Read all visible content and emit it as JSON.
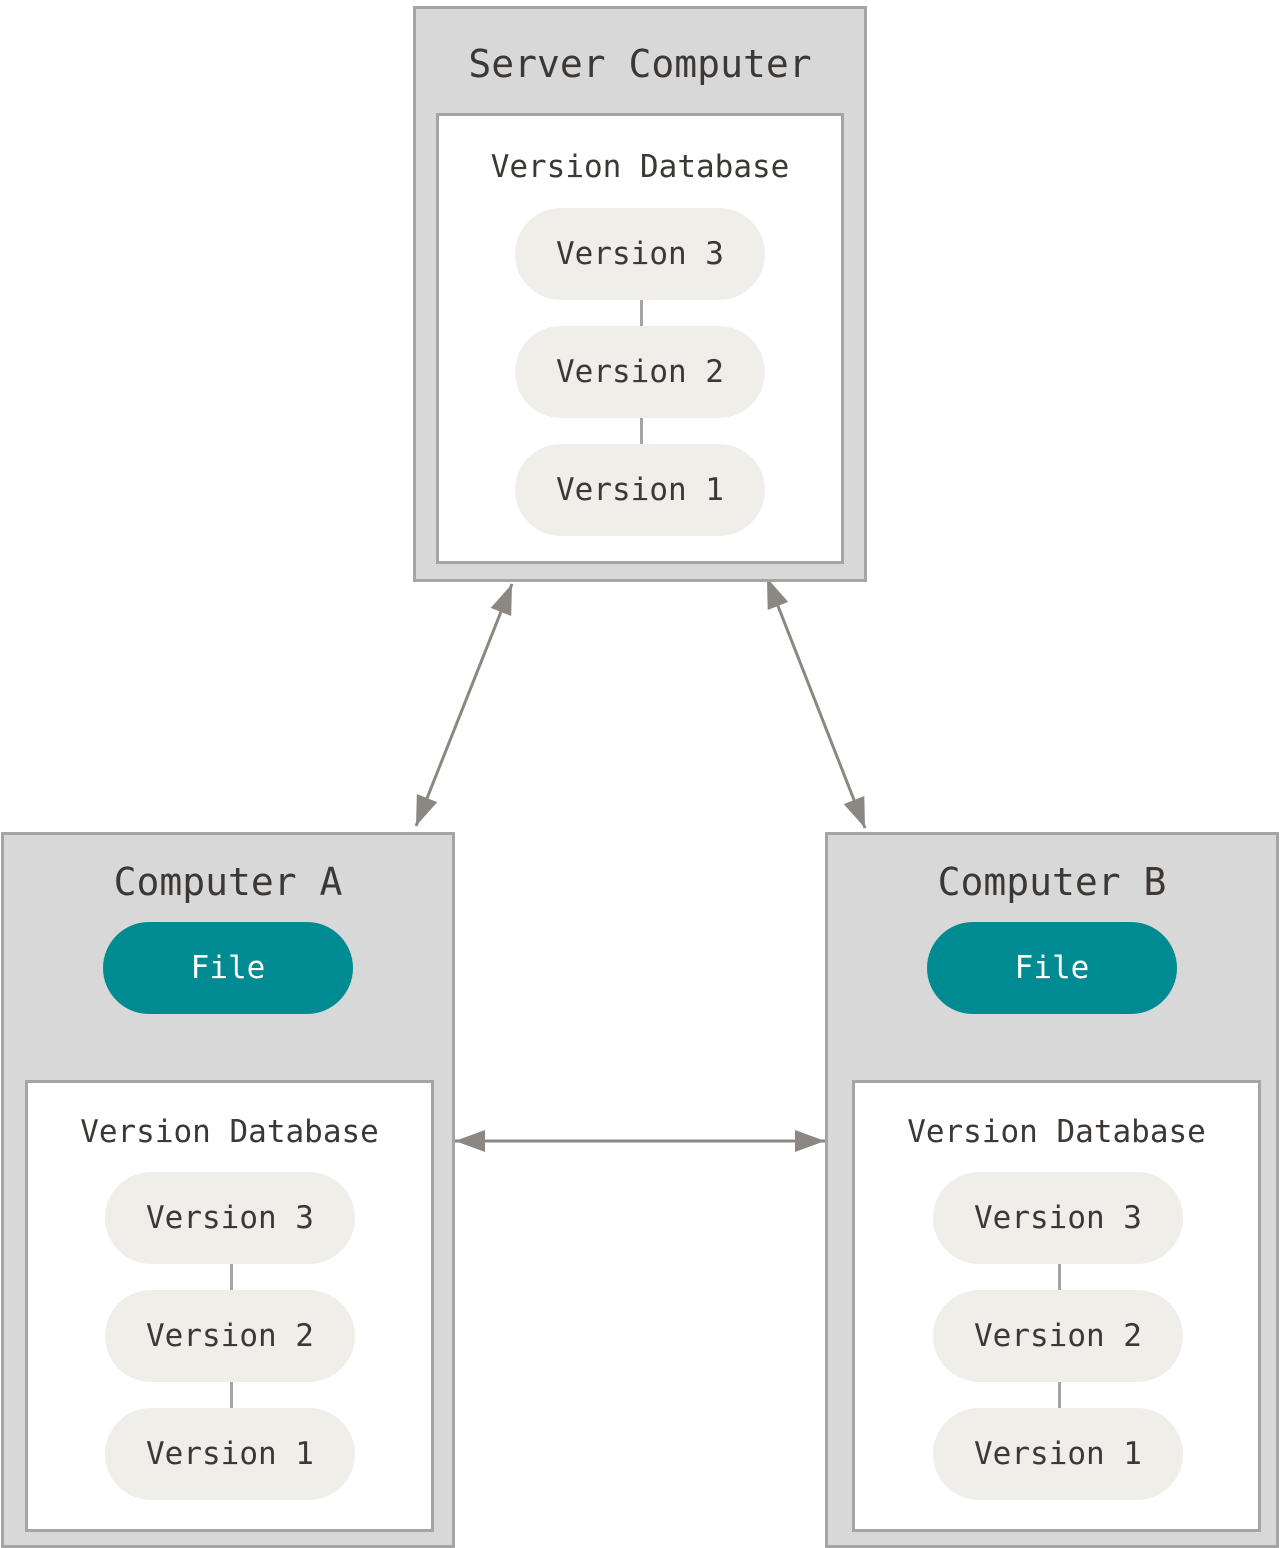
{
  "server": {
    "title": "Server Computer",
    "database": {
      "title": "Version Database",
      "versions": [
        "Version 3",
        "Version 2",
        "Version 1"
      ]
    }
  },
  "computer_a": {
    "title": "Computer A",
    "file_label": "File",
    "database": {
      "title": "Version Database",
      "versions": [
        "Version 3",
        "Version 2",
        "Version 1"
      ]
    }
  },
  "computer_b": {
    "title": "Computer B",
    "file_label": "File",
    "database": {
      "title": "Version Database",
      "versions": [
        "Version 3",
        "Version 2",
        "Version 1"
      ]
    }
  },
  "colors": {
    "box_fill": "#d9d8d8",
    "box_border": "#a7a5a4",
    "version_fill": "#efeee9",
    "file_fill": "#008b93",
    "arrow": "#8c8781",
    "text": "#3b3836"
  }
}
